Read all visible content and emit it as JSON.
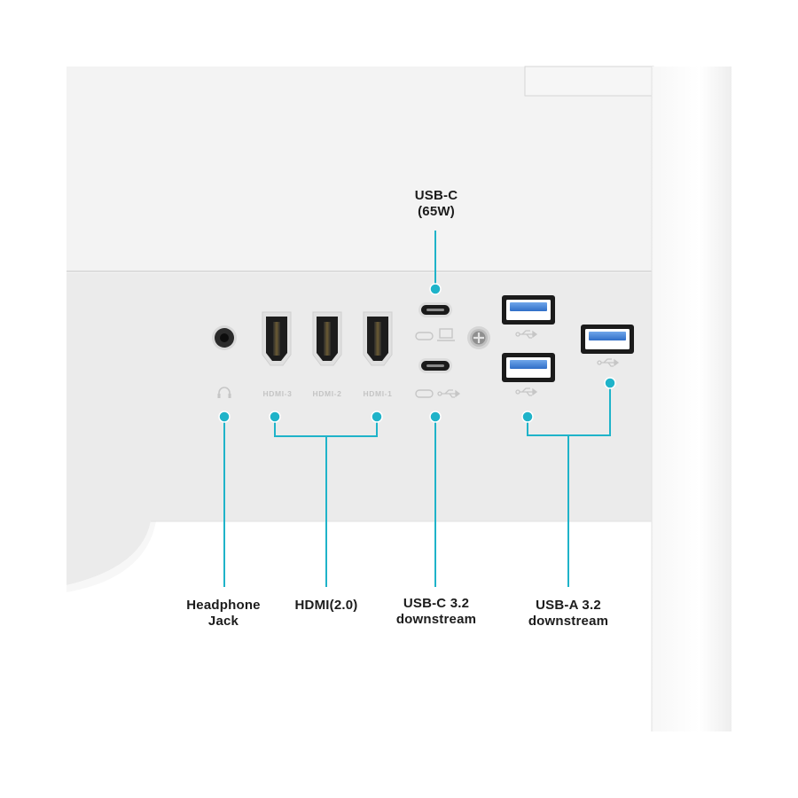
{
  "callouts": {
    "usb_c_power": {
      "line1": "USB-C",
      "line2": "(65W)"
    },
    "headphone": {
      "line1": "Headphone",
      "line2": "Jack"
    },
    "hdmi": {
      "line1": "HDMI(2.0)"
    },
    "usb_c_down": {
      "line1": "USB-C 3.2",
      "line2": "downstream"
    },
    "usb_a_down": {
      "line1": "USB-A 3.2",
      "line2": "downstream"
    }
  },
  "port_labels": {
    "hdmi_3": "HDMI-3",
    "hdmi_2": "HDMI-2",
    "hdmi_1": "HDMI-1"
  },
  "icons": [
    "headphone-icon",
    "usb-c-icon",
    "laptop-icon",
    "usb-icon",
    "screw-icon"
  ],
  "colors": {
    "accent": "#1fb3c9",
    "usb3_blue": "#3d7fd6",
    "panel": "#ebebeb",
    "body": "#f3f3f3",
    "label_text": "#1c1c1c",
    "port_label": "#c4c4c4"
  }
}
